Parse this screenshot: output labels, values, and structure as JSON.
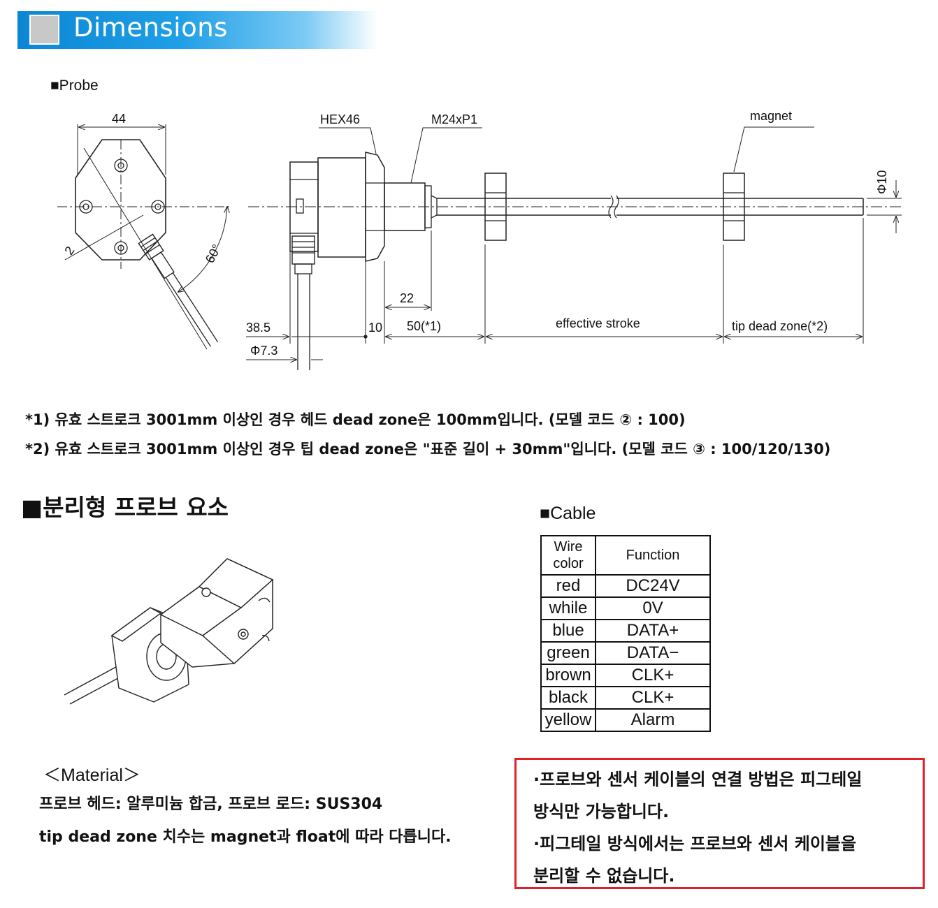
{
  "header": {
    "title": "Dimensions"
  },
  "probe_label": "■Probe",
  "drawing": {
    "dim_44": "44",
    "dim_2": "2",
    "dim_60": "60°",
    "hex": "HEX46",
    "thread": "M24xP1",
    "magnet": "magnet",
    "phi10": "Φ10",
    "dim_22": "22",
    "dim_38_5": "38.5",
    "dim_10": "10",
    "dim_50": "50(*1)",
    "effective_stroke": "effective stroke",
    "tip_dead_zone": "tip dead zone(*2)",
    "phi7_3": "Φ7.3"
  },
  "notes": [
    "*1) 유효 스트로크 3001mm 이상인 경우 헤드 dead zone은 100mm입니다. (모델 코드 ② : 100)",
    "*2) 유효 스트로크 3001mm 이상인 경우 팁 dead zone은 \"표준 길이 + 30mm\"입니다. (모델 코드 ③ : 100/120/130)"
  ],
  "section_heading": "■분리형 프로브 요소",
  "cable": {
    "label": "■Cable",
    "headers": [
      "Wire color",
      "Function"
    ],
    "rows": [
      {
        "color": "red",
        "function": "DC24V"
      },
      {
        "color": "while",
        "function": "0V"
      },
      {
        "color": "blue",
        "function": "DATA+"
      },
      {
        "color": "green",
        "function": "DATA−"
      },
      {
        "color": "brown",
        "function": "CLK+"
      },
      {
        "color": "black",
        "function": "CLK+"
      },
      {
        "color": "yellow",
        "function": "Alarm"
      }
    ]
  },
  "material": {
    "title": "＜Material＞",
    "line1": "프로브 헤드: 알루미늄 합금,    프로브 로드: SUS304",
    "line2": "tip dead zone 치수는 magnet과 float에 따라 다릅니다."
  },
  "notice": {
    "lines": [
      "·프로브와 센서 케이블의 연결 방법은 피그테일",
      "방식만 가능합니다.",
      "·피그테일 방식에서는 프로브와 센서 케이블을",
      "분리할 수 없습니다."
    ],
    "border_color": "#e0202a"
  },
  "colors": {
    "banner": "#1f9fe6"
  }
}
